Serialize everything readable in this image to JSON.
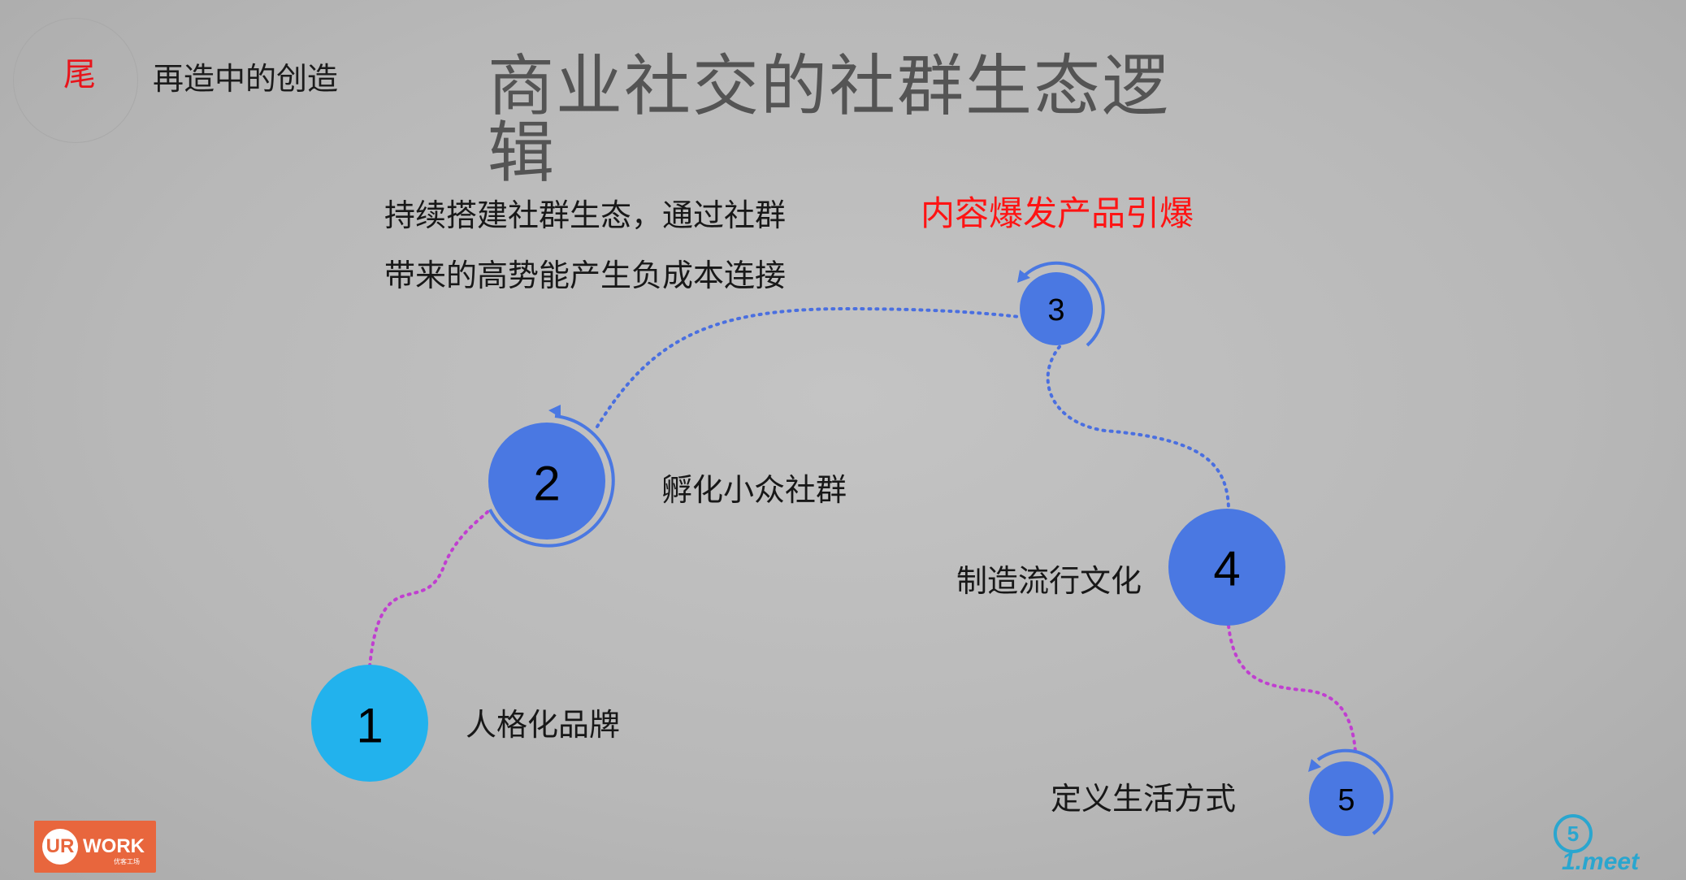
{
  "header": {
    "logo_char": "尾",
    "subtitle": "再造中的创造",
    "title": "商业社交的社群生态逻辑"
  },
  "labels": {
    "desc_line1": "持续搭建社群生态，通过社群",
    "desc_line2": "带来的高势能产生负成本连接",
    "highlight": "内容爆发产品引爆",
    "step2": "孵化小众社群",
    "step4": "制造流行文化",
    "step1": "人格化品牌",
    "step5": "定义生活方式"
  },
  "steps": {
    "n1": "1",
    "n2": "2",
    "n3": "3",
    "n4": "4",
    "n5": "5"
  },
  "logos": {
    "urwork_mark": "UR",
    "urwork_word": "WORK",
    "urwork_small": "优客工场",
    "meet_number": "5",
    "meet_word": "1.meet"
  },
  "colors": {
    "step1": "#22b2ed",
    "steps": "#4a78e2",
    "connector_magenta": "#c03fd0",
    "connector_blue": "#4a6fe0",
    "highlight": "#ff1414"
  }
}
